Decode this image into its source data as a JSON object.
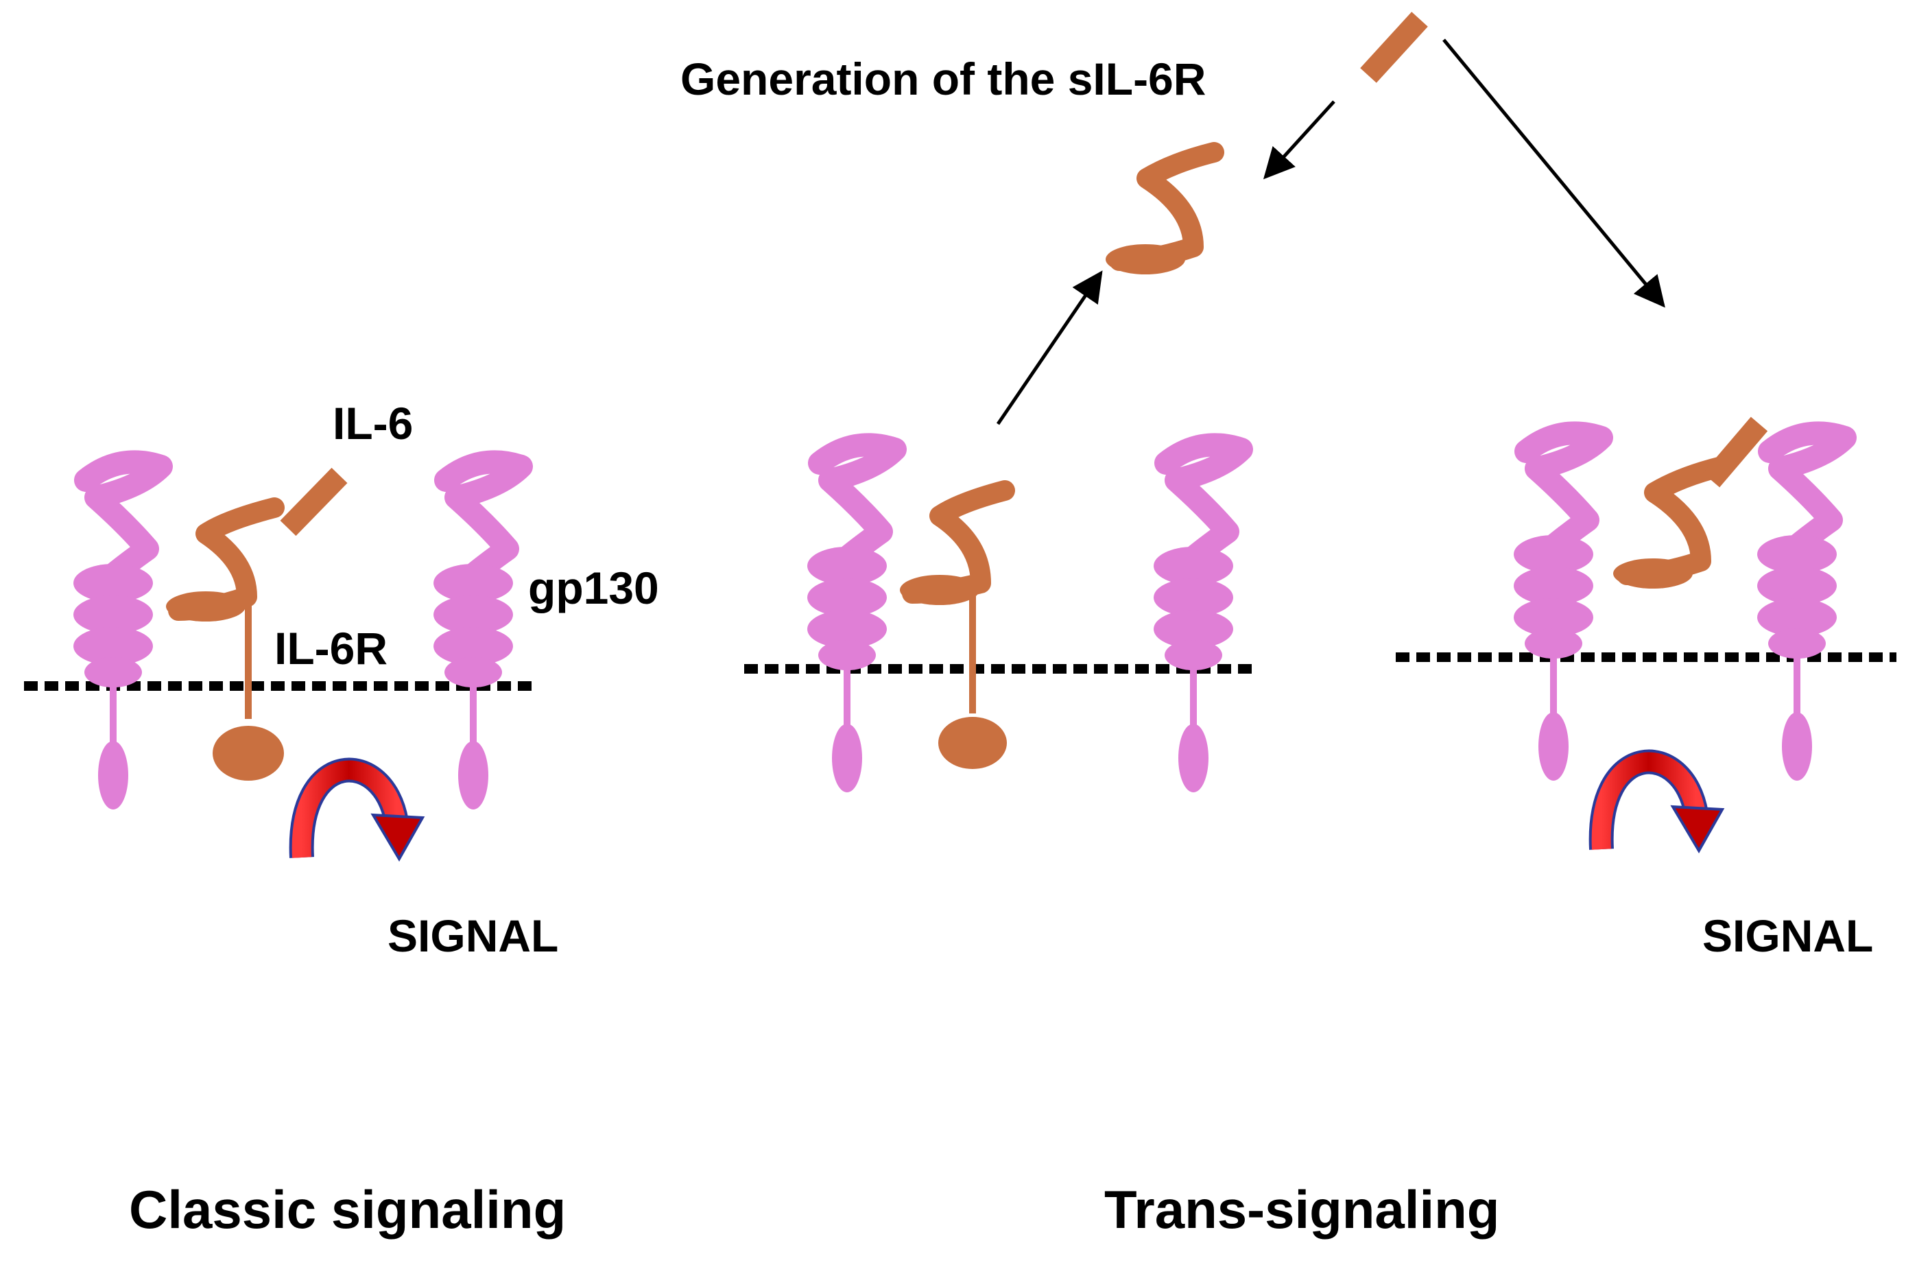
{
  "colors": {
    "gp130": "#e07fd6",
    "il6r": "#c97040",
    "arrow_red": "#d10000",
    "arrow_blue": "#2a3a9a",
    "ink": "#000000"
  },
  "labels": {
    "sil6r_generation": "Generation of the sIL-6R",
    "il6": "IL-6",
    "gp130": "gp130",
    "il6r": "IL-6R",
    "signal_classic": "SIGNAL",
    "signal_trans": "SIGNAL",
    "classic_title": "Classic signaling",
    "trans_title": "Trans-signaling"
  }
}
